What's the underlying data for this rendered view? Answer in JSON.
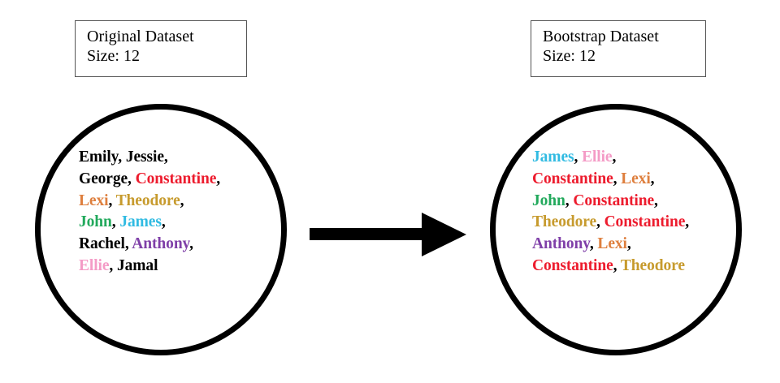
{
  "palette": {
    "black": "#000000",
    "red": "#ED1C2E",
    "orange": "#DE7F3E",
    "gold": "#C79B2E",
    "green": "#22A95C",
    "cyan": "#31BBE2",
    "purple": "#7F3FA8",
    "pink": "#F49BC6",
    "stroke": "#000000",
    "box_border": "#555555",
    "background": "#FFFFFF"
  },
  "left_panel": {
    "box": {
      "title": "Original Dataset",
      "size_line": "Size: 12"
    },
    "name_rows": [
      [
        {
          "text": "Emily",
          "color": "#000000"
        },
        {
          "text": "Jessie",
          "color": "#000000"
        }
      ],
      [
        {
          "text": "George",
          "color": "#000000"
        },
        {
          "text": "Constantine",
          "color": "#ED1C2E"
        }
      ],
      [
        {
          "text": "Lexi",
          "color": "#DE7F3E"
        },
        {
          "text": "Theodore",
          "color": "#C79B2E"
        }
      ],
      [
        {
          "text": "John",
          "color": "#22A95C"
        },
        {
          "text": "James",
          "color": "#31BBE2"
        }
      ],
      [
        {
          "text": "Rachel",
          "color": "#000000"
        },
        {
          "text": "Anthony",
          "color": "#7F3FA8"
        }
      ],
      [
        {
          "text": "Ellie",
          "color": "#F49BC6"
        },
        {
          "text": "Jamal",
          "color": "#000000"
        }
      ]
    ]
  },
  "right_panel": {
    "box": {
      "title": "Bootstrap Dataset",
      "size_line": "Size: 12"
    },
    "name_rows": [
      [
        {
          "text": "James",
          "color": "#31BBE2"
        },
        {
          "text": "Ellie",
          "color": "#F49BC6"
        }
      ],
      [
        {
          "text": "Constantine",
          "color": "#ED1C2E"
        },
        {
          "text": "Lexi",
          "color": "#DE7F3E"
        }
      ],
      [
        {
          "text": "John",
          "color": "#22A95C"
        },
        {
          "text": "Constantine",
          "color": "#ED1C2E"
        }
      ],
      [
        {
          "text": "Theodore",
          "color": "#C79B2E"
        },
        {
          "text": "Constantine",
          "color": "#ED1C2E"
        }
      ],
      [
        {
          "text": "Anthony",
          "color": "#7F3FA8"
        },
        {
          "text": "Lexi",
          "color": "#DE7F3E"
        }
      ],
      [
        {
          "text": "Constantine",
          "color": "#ED1C2E"
        },
        {
          "text": "Theodore",
          "color": "#C79B2E"
        }
      ]
    ]
  },
  "arrow": {
    "direction": "right",
    "label": ""
  },
  "separator": ","
}
